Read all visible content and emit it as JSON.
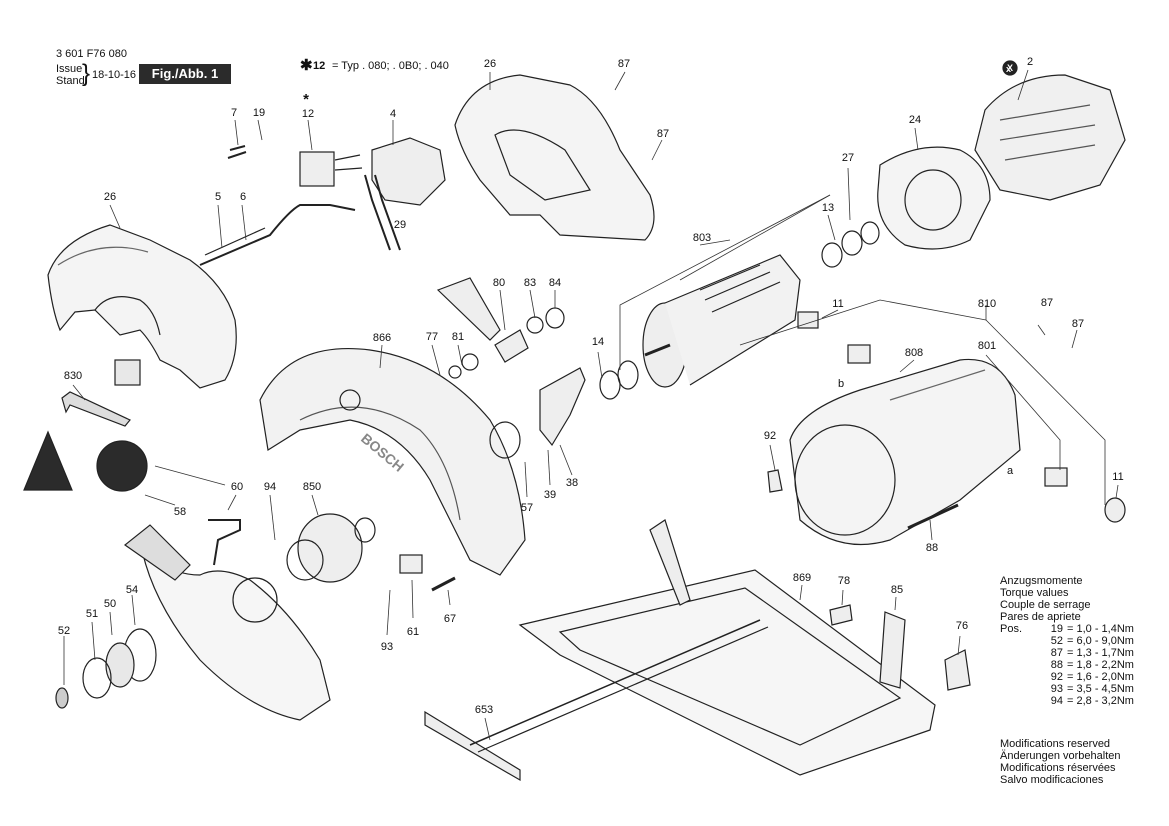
{
  "header": {
    "doc_number": "3 601 F76 080",
    "issue_label": "Issue",
    "stand_label": "Stand",
    "date": "18-10-16",
    "figure_label": "Fig./Abb. 1"
  },
  "type_note": {
    "star": "✱",
    "ref": "12",
    "text": "= Typ . 080; . 0B0; . 040"
  },
  "part_labels": [
    {
      "id": "p26a",
      "text": "26"
    },
    {
      "id": "p87a",
      "text": "87"
    },
    {
      "id": "p87b",
      "text": "87"
    },
    {
      "id": "p2",
      "text": "2"
    },
    {
      "id": "pX",
      "text": "X"
    },
    {
      "id": "p7",
      "text": "7"
    },
    {
      "id": "p19",
      "text": "19"
    },
    {
      "id": "p12star",
      "text": "*"
    },
    {
      "id": "p12",
      "text": "12"
    },
    {
      "id": "p4",
      "text": "4"
    },
    {
      "id": "p24",
      "text": "24"
    },
    {
      "id": "p27",
      "text": "27"
    },
    {
      "id": "p13",
      "text": "13"
    },
    {
      "id": "p26b",
      "text": "26"
    },
    {
      "id": "p5",
      "text": "5"
    },
    {
      "id": "p6",
      "text": "6"
    },
    {
      "id": "p29",
      "text": "29"
    },
    {
      "id": "p803",
      "text": "803"
    },
    {
      "id": "p80",
      "text": "80"
    },
    {
      "id": "p83",
      "text": "83"
    },
    {
      "id": "p84",
      "text": "84"
    },
    {
      "id": "p11a",
      "text": "11"
    },
    {
      "id": "p810",
      "text": "810"
    },
    {
      "id": "p87c",
      "text": "87"
    },
    {
      "id": "p87d",
      "text": "87"
    },
    {
      "id": "p866",
      "text": "866"
    },
    {
      "id": "p77",
      "text": "77"
    },
    {
      "id": "p81",
      "text": "81"
    },
    {
      "id": "p14",
      "text": "14"
    },
    {
      "id": "p801",
      "text": "801"
    },
    {
      "id": "p808",
      "text": "808"
    },
    {
      "id": "p830",
      "text": "830"
    },
    {
      "id": "pb",
      "text": "b"
    },
    {
      "id": "p92",
      "text": "92"
    },
    {
      "id": "pa",
      "text": "a"
    },
    {
      "id": "p60",
      "text": "60"
    },
    {
      "id": "p94",
      "text": "94"
    },
    {
      "id": "p850",
      "text": "850"
    },
    {
      "id": "p57",
      "text": "57"
    },
    {
      "id": "p39",
      "text": "39"
    },
    {
      "id": "p38",
      "text": "38"
    },
    {
      "id": "p11b",
      "text": "11"
    },
    {
      "id": "p58",
      "text": "58"
    },
    {
      "id": "p88",
      "text": "88"
    },
    {
      "id": "p869",
      "text": "869"
    },
    {
      "id": "p78",
      "text": "78"
    },
    {
      "id": "p85",
      "text": "85"
    },
    {
      "id": "p54",
      "text": "54"
    },
    {
      "id": "p50",
      "text": "50"
    },
    {
      "id": "p51",
      "text": "51"
    },
    {
      "id": "p52",
      "text": "52"
    },
    {
      "id": "p93",
      "text": "93"
    },
    {
      "id": "p61",
      "text": "61"
    },
    {
      "id": "p67",
      "text": "67"
    },
    {
      "id": "p76",
      "text": "76"
    },
    {
      "id": "p653",
      "text": "653"
    }
  ],
  "torque": {
    "heading": [
      "Anzugsmomente",
      "Torque values",
      "Couple de serrage",
      "Pares de apriete"
    ],
    "rows": [
      {
        "pre": "Pos.",
        "num": "19",
        "val": "= 1,0 - 1,4Nm"
      },
      {
        "pre": "",
        "num": "52",
        "val": "= 6,0 - 9,0Nm"
      },
      {
        "pre": "",
        "num": "87",
        "val": "= 1,3 - 1,7Nm"
      },
      {
        "pre": "",
        "num": "88",
        "val": "= 1,8 - 2,2Nm"
      },
      {
        "pre": "",
        "num": "92",
        "val": "= 1,6 - 2,0Nm"
      },
      {
        "pre": "",
        "num": "93",
        "val": "= 3,5 - 4,5Nm"
      },
      {
        "pre": "",
        "num": "94",
        "val": "= 2,8 - 3,2Nm"
      }
    ]
  },
  "modifications": [
    "Modifications reserved",
    "Änderungen vorbehalten",
    "Modifications réservées",
    "Salvo modificaciones"
  ],
  "brand_on_guard": "BOSCH"
}
